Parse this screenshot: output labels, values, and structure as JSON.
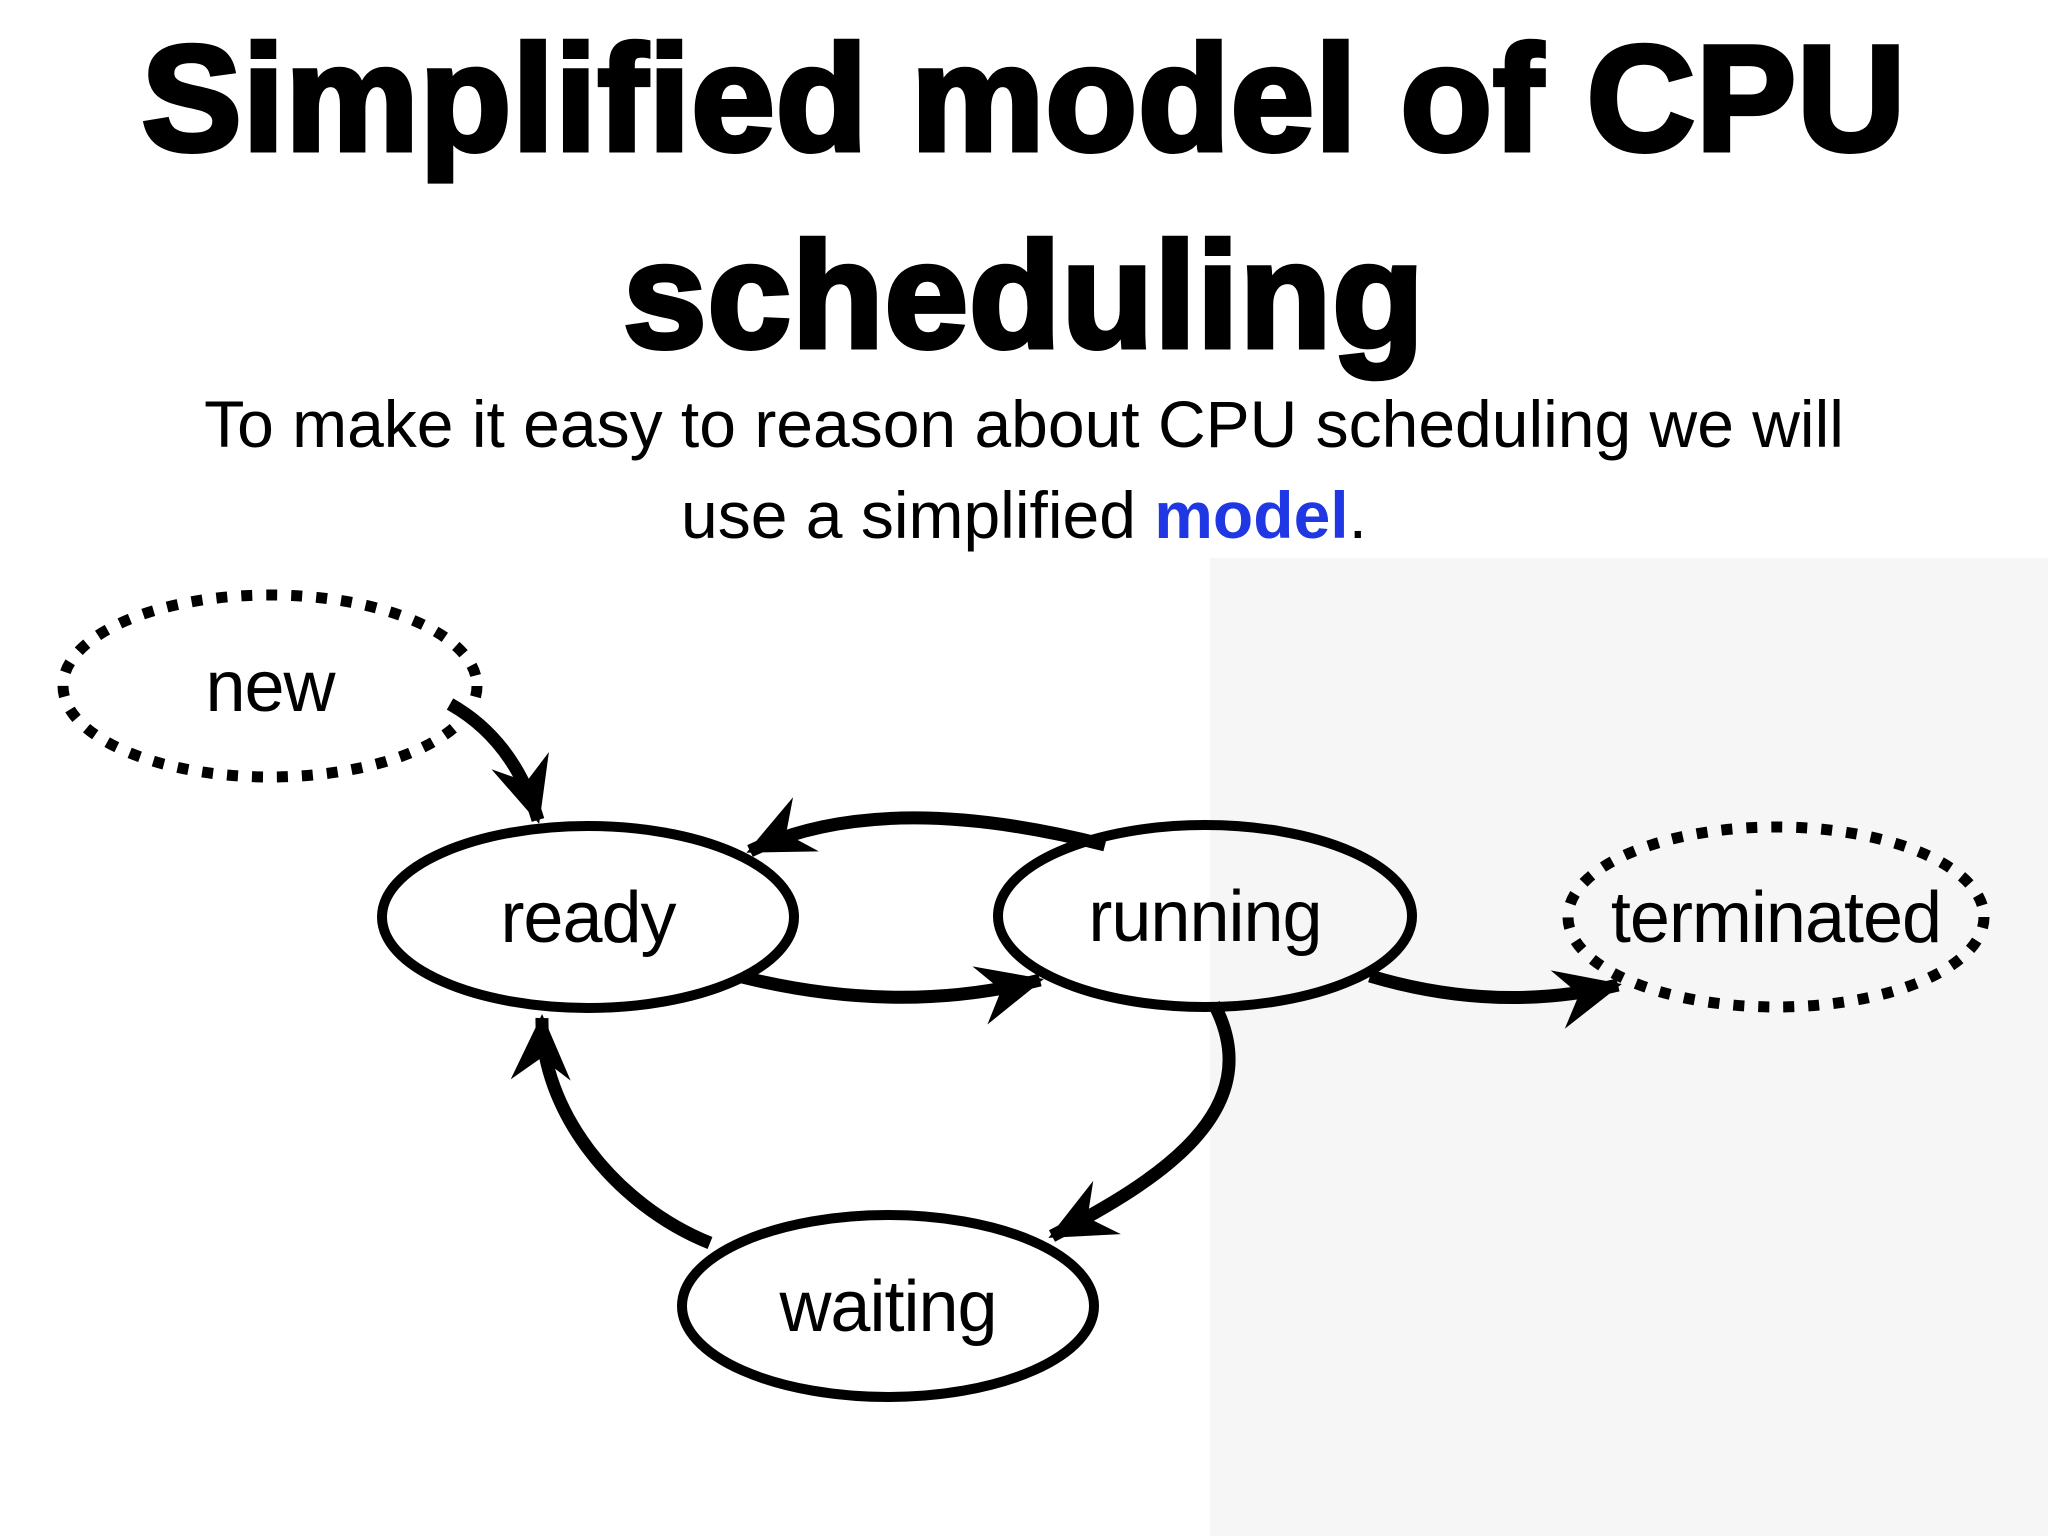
{
  "slide": {
    "title_line1": "Simplified model of CPU",
    "title_line2": "scheduling",
    "subtitle_line1": "To make it easy to reason about CPU scheduling we will",
    "subtitle_line2_prefix": "use a simplified ",
    "subtitle_highlight": "model",
    "subtitle_period": ".",
    "highlight_color": "#2038e4",
    "text_color": "#000000",
    "shade_color": "#f6f6f6"
  },
  "diagram": {
    "type": "state-transition-diagram",
    "nodes": [
      {
        "id": "new",
        "label": "new",
        "border": "dotted"
      },
      {
        "id": "ready",
        "label": "ready",
        "border": "solid"
      },
      {
        "id": "running",
        "label": "running",
        "border": "solid"
      },
      {
        "id": "terminated",
        "label": "terminated",
        "border": "dotted"
      },
      {
        "id": "waiting",
        "label": "waiting",
        "border": "solid"
      }
    ],
    "edges": [
      {
        "from": "new",
        "to": "ready"
      },
      {
        "from": "running",
        "to": "ready"
      },
      {
        "from": "ready",
        "to": "running"
      },
      {
        "from": "running",
        "to": "terminated"
      },
      {
        "from": "running",
        "to": "waiting"
      },
      {
        "from": "waiting",
        "to": "ready"
      }
    ]
  }
}
